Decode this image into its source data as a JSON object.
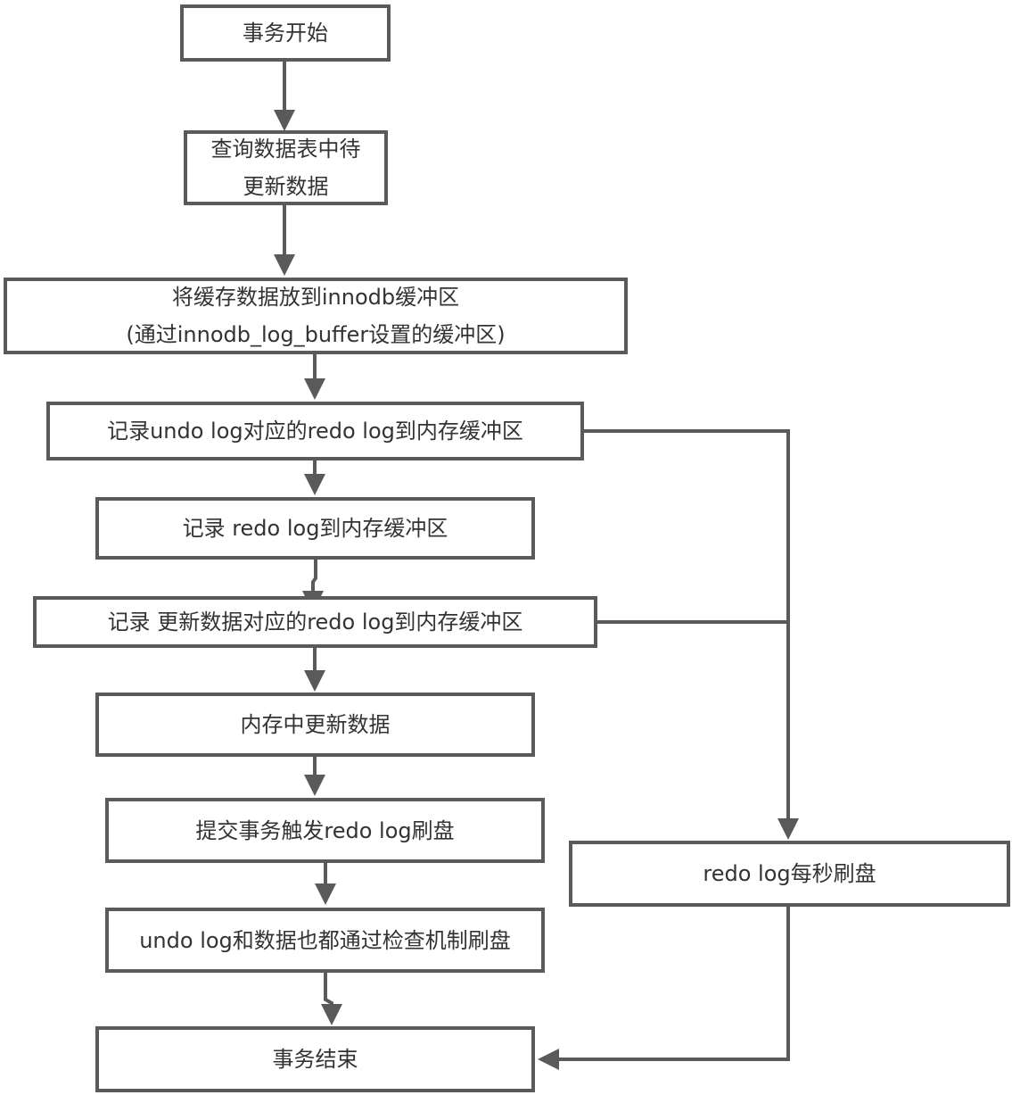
{
  "diagram": {
    "type": "flowchart",
    "stroke_color": "#5a5a5a",
    "nodes": [
      {
        "id": "start",
        "lines": [
          "事务开始"
        ]
      },
      {
        "id": "query",
        "lines": [
          "查询数据表中待",
          "更新数据"
        ]
      },
      {
        "id": "buffer",
        "lines": [
          "将缓存数据放到innodb缓冲区",
          "(通过innodb_log_buffer设置的缓冲区)"
        ]
      },
      {
        "id": "undo_redo",
        "lines": [
          "记录undo log对应的redo log到内存缓冲区"
        ]
      },
      {
        "id": "redo",
        "lines": [
          "记录 redo log到内存缓冲区"
        ]
      },
      {
        "id": "update_redo",
        "lines": [
          "记录 更新数据对应的redo log到内存缓冲区"
        ]
      },
      {
        "id": "mem_update",
        "lines": [
          "内存中更新数据"
        ]
      },
      {
        "id": "commit",
        "lines": [
          "提交事务触发redo log刷盘"
        ]
      },
      {
        "id": "checkpoint",
        "lines": [
          "undo log和数据也都通过检查机制刷盘"
        ]
      },
      {
        "id": "end",
        "lines": [
          "事务结束"
        ]
      },
      {
        "id": "per_second",
        "lines": [
          "redo log每秒刷盘"
        ]
      }
    ],
    "edges": [
      {
        "from": "start",
        "to": "query"
      },
      {
        "from": "query",
        "to": "buffer"
      },
      {
        "from": "buffer",
        "to": "undo_redo"
      },
      {
        "from": "undo_redo",
        "to": "redo"
      },
      {
        "from": "redo",
        "to": "update_redo"
      },
      {
        "from": "update_redo",
        "to": "mem_update"
      },
      {
        "from": "mem_update",
        "to": "commit"
      },
      {
        "from": "commit",
        "to": "checkpoint"
      },
      {
        "from": "checkpoint",
        "to": "end"
      },
      {
        "from": "undo_redo",
        "to": "per_second"
      },
      {
        "from": "update_redo",
        "to": "per_second"
      },
      {
        "from": "per_second",
        "to": "end"
      }
    ]
  }
}
